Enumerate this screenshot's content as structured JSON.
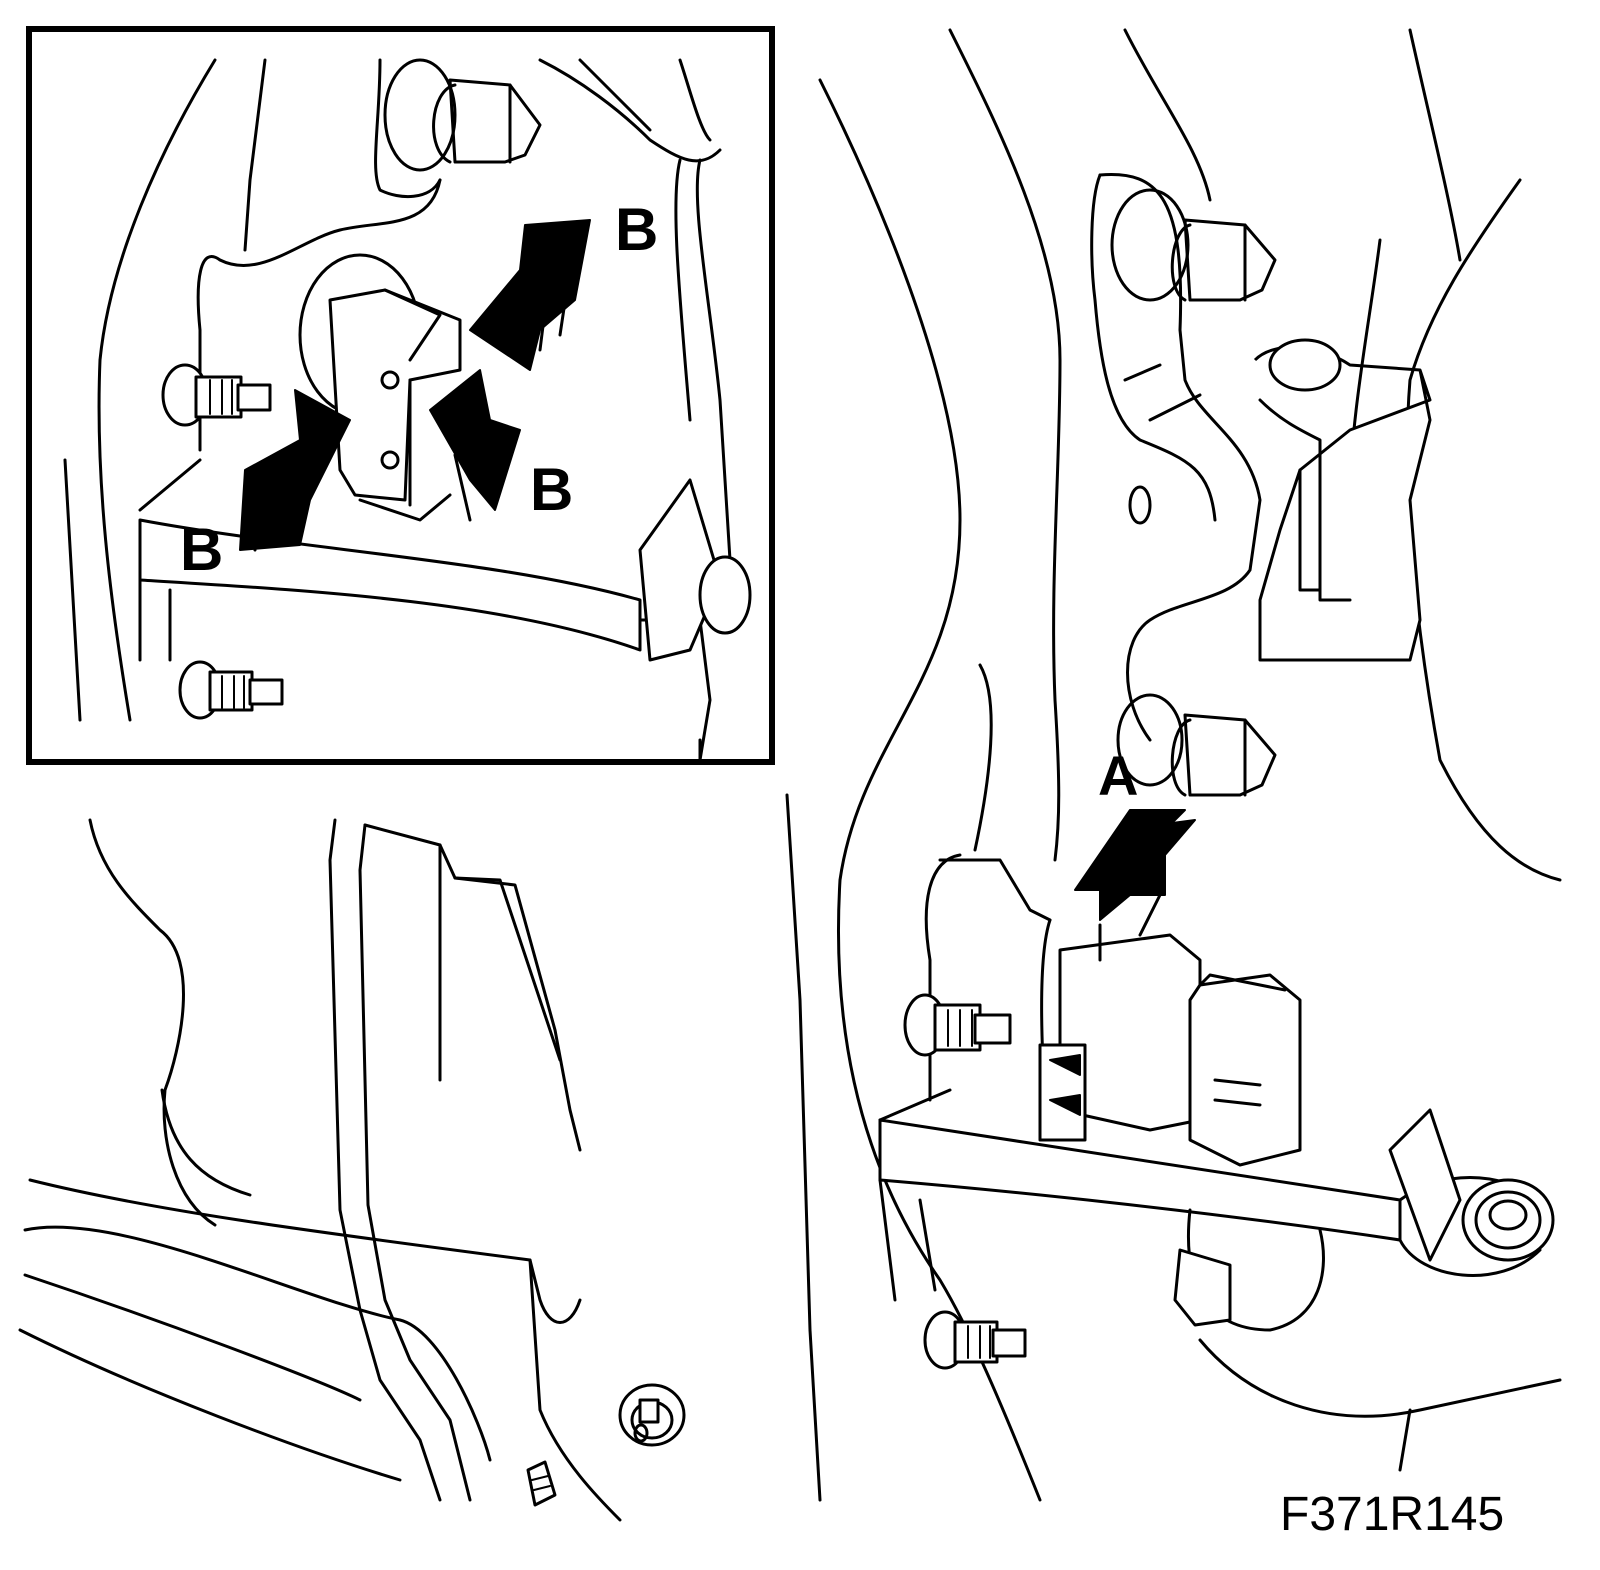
{
  "diagram": {
    "callouts": {
      "a": "A",
      "b": "B"
    },
    "figure_id": "F371R145",
    "colors": {
      "ink": "#000000",
      "paper": "#ffffff"
    }
  }
}
